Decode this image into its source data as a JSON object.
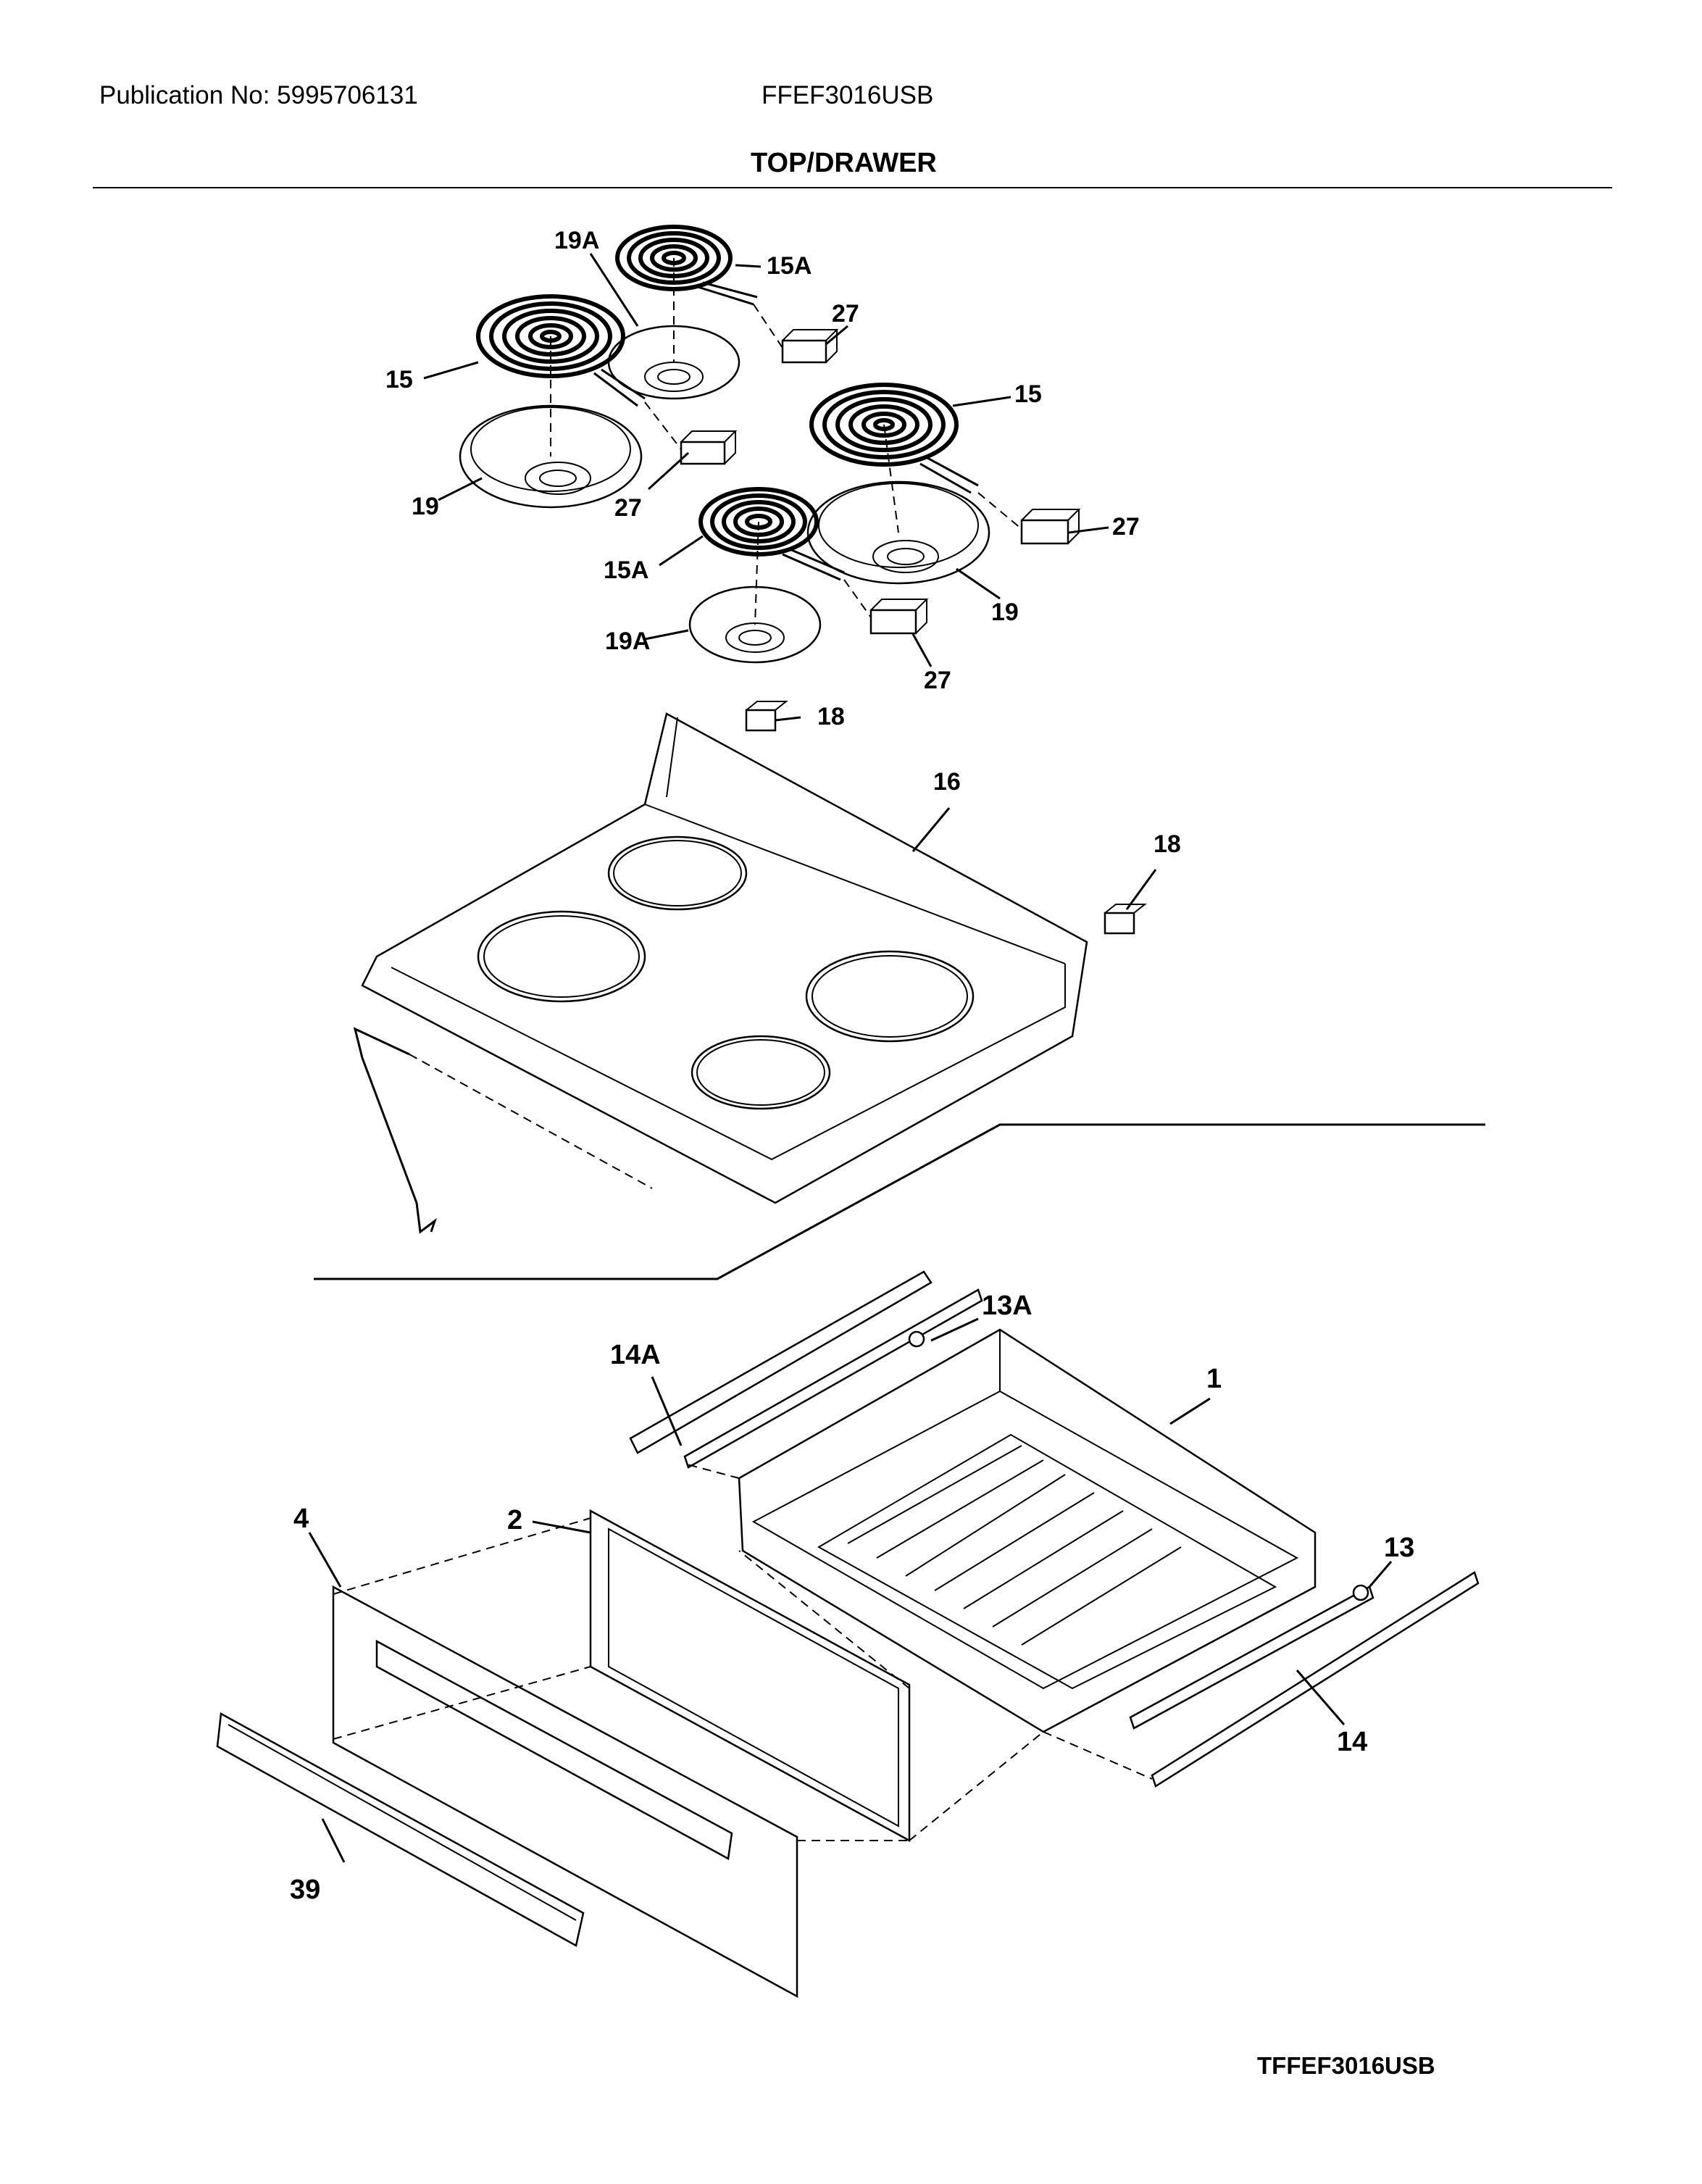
{
  "header": {
    "publication": "Publication No: 5995706131",
    "model": "FFEF3016USB",
    "section_title": "TOP/DRAWER"
  },
  "footer": {
    "code": "TFFEF3016USB"
  },
  "callouts": {
    "c19a_top": "19A",
    "c15a_top": "15A",
    "c27_a": "27",
    "c15_left": "15",
    "c15_right": "15",
    "c19_left": "19",
    "c27_b": "27",
    "c27_c": "27",
    "c15a_bottom": "15A",
    "c19_right": "19",
    "c19a_bottom": "19A",
    "c27_d": "27",
    "c18_a": "18",
    "c16": "16",
    "c18_b": "18",
    "c13a": "13A",
    "c14a": "14A",
    "c1": "1",
    "c4": "4",
    "c2": "2",
    "c13": "13",
    "c14": "14",
    "c39": "39"
  }
}
